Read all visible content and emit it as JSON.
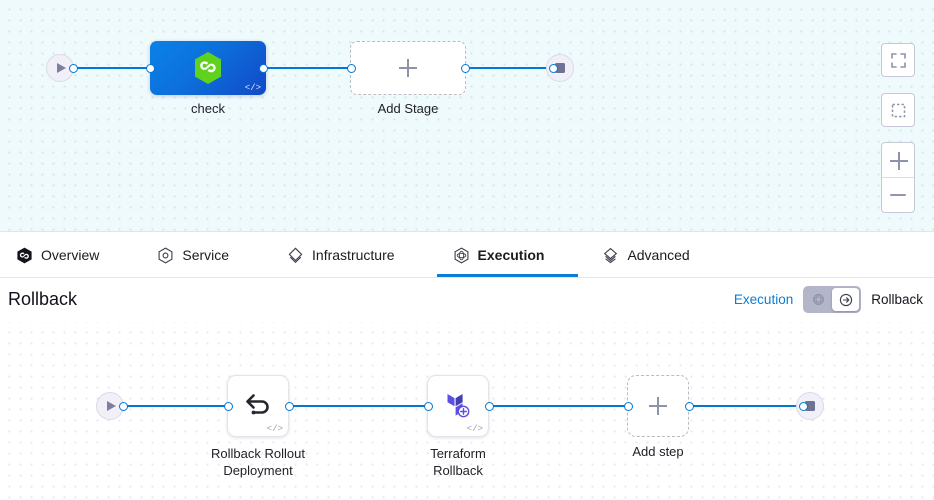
{
  "stage_canvas": {
    "start_node": {
      "icon": "play-icon"
    },
    "end_node": {
      "icon": "stop-icon"
    },
    "nodes": [
      {
        "id": "check",
        "label": "check",
        "icon": "harness-hexagon-icon",
        "marker": "</>"
      },
      {
        "id": "add-stage",
        "label": "Add Stage",
        "icon": "plus-icon"
      }
    ],
    "controls": [
      {
        "name": "fit-to-screen-button",
        "icon": "fullscreen-icon"
      },
      {
        "name": "selection-box-button",
        "icon": "dashed-square-icon"
      },
      {
        "name": "zoom-in-button",
        "icon": "plus-icon"
      },
      {
        "name": "zoom-out-button",
        "icon": "minus-icon"
      }
    ]
  },
  "tabs": [
    {
      "id": "overview",
      "label": "Overview",
      "icon": "harness-hexagon-icon",
      "active": false
    },
    {
      "id": "service",
      "label": "Service",
      "icon": "service-hexagon-icon",
      "active": false
    },
    {
      "id": "infrastructure",
      "label": "Infrastructure",
      "icon": "infrastructure-layers-icon",
      "active": false
    },
    {
      "id": "execution",
      "label": "Execution",
      "icon": "execution-hexagon-icon",
      "active": true
    },
    {
      "id": "advanced",
      "label": "Advanced",
      "icon": "advanced-layers-icon",
      "active": false
    }
  ],
  "rollback_header": {
    "title": "Rollback",
    "toggle": {
      "left_label": "Execution",
      "right_label": "Rollback",
      "selected": "Rollback",
      "left_icon": "execution-icon",
      "right_icon": "rollback-arrow-icon"
    }
  },
  "rollback_canvas": {
    "start_node": {
      "icon": "play-icon"
    },
    "end_node": {
      "icon": "stop-icon"
    },
    "steps": [
      {
        "id": "rollback-rollout-deployment",
        "label": "Rollback Rollout\nDeployment",
        "icon": "rollback-arrow-icon",
        "marker": "</>"
      },
      {
        "id": "terraform-rollback",
        "label": "Terraform\nRollback",
        "icon": "terraform-icon",
        "marker": "</>"
      },
      {
        "id": "add-step",
        "label": "Add step",
        "icon": "plus-icon"
      }
    ]
  },
  "colors": {
    "edge": "#0278d5",
    "accent": "#0b7dd6",
    "stage_node_gradient_start": "#0a82e8",
    "stage_node_gradient_end": "#1149c7",
    "harness_green": "#5fd21d",
    "terraform_purple": "#5c4ee5",
    "canvas_top_bg": "#effafd",
    "canvas_bottom_bg": "#ffffff"
  }
}
